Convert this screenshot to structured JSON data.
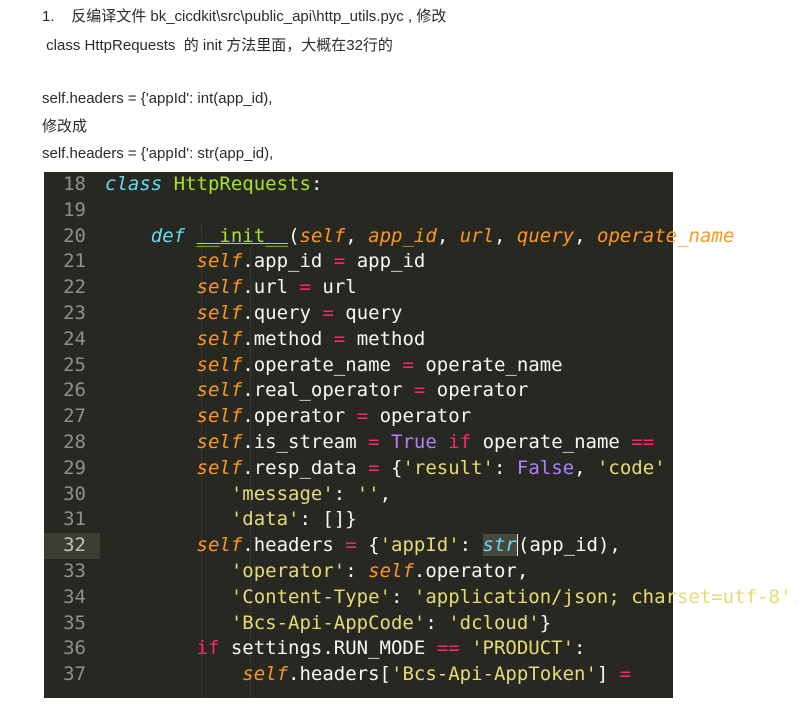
{
  "instructions": {
    "step_number": "1.",
    "line1": "反编译文件 bk_cicdkit\\src\\public_api\\http_utils.pyc , 修改",
    "line2": " class HttpRequests  的 init 方法里面，大概在32行的",
    "before_code": "self.headers = {'appId': int(app_id),",
    "change_to_label": "修改成",
    "after_code": "self.headers = {'appId': str(app_id),"
  },
  "editor": {
    "theme_colors": {
      "background": "#272822",
      "gutter_text": "#90908a",
      "highlight_line": "#3e3d32",
      "keyword": "#66d9ef",
      "class_name": "#a6e22e",
      "self": "#fd971f",
      "operator": "#f92672",
      "string": "#e6db74",
      "constant": "#ae81ff"
    },
    "highlighted_line": "32",
    "lines": [
      {
        "n": "18"
      },
      {
        "n": "19"
      },
      {
        "n": "20"
      },
      {
        "n": "21"
      },
      {
        "n": "22"
      },
      {
        "n": "23"
      },
      {
        "n": "24"
      },
      {
        "n": "25"
      },
      {
        "n": "26"
      },
      {
        "n": "27"
      },
      {
        "n": "28"
      },
      {
        "n": "29"
      },
      {
        "n": "30"
      },
      {
        "n": "31"
      },
      {
        "n": "32"
      },
      {
        "n": "33"
      },
      {
        "n": "34"
      },
      {
        "n": "35"
      },
      {
        "n": "36"
      },
      {
        "n": "37"
      }
    ],
    "tokens": {
      "l18": [
        "class",
        " ",
        "HttpRequests",
        ":"
      ],
      "l20": [
        "def",
        " ",
        "__init__",
        "(",
        "self",
        ", ",
        "app_id",
        ", ",
        "url",
        ", ",
        "query",
        ", ",
        "operate_name"
      ],
      "l21": [
        "self",
        ".app_id ",
        "=",
        " app_id"
      ],
      "l22": [
        "self",
        ".url ",
        "=",
        " url"
      ],
      "l23": [
        "self",
        ".query ",
        "=",
        " query"
      ],
      "l24": [
        "self",
        ".method ",
        "=",
        " method"
      ],
      "l25": [
        "self",
        ".operate_name ",
        "=",
        " operate_name"
      ],
      "l26": [
        "self",
        ".real_operator ",
        "=",
        " operator"
      ],
      "l27": [
        "self",
        ".operator ",
        "=",
        " operator"
      ],
      "l28": [
        "self",
        ".is_stream ",
        "=",
        " ",
        "True",
        " ",
        "if",
        " operate_name ",
        "=="
      ],
      "l29": [
        "self",
        ".resp_data ",
        "=",
        " {",
        "'result'",
        ": ",
        "False",
        ", ",
        "'code'"
      ],
      "l30": [
        "'message'",
        ": ",
        "''",
        ","
      ],
      "l31": [
        "'data'",
        ": []}"
      ],
      "l32": [
        "self",
        ".headers ",
        "=",
        " {",
        "'appId'",
        ": ",
        "str",
        "(app_id),"
      ],
      "l33": [
        "'operator'",
        ": ",
        "self",
        ".operator,"
      ],
      "l34": [
        "'Content-Type'",
        ": ",
        "'application/json; charset=utf-8'",
        ","
      ],
      "l35": [
        "'Bcs-Api-AppCode'",
        ": ",
        "'dcloud'",
        "}"
      ],
      "l36": [
        "if",
        " settings.RUN_MODE ",
        "==",
        " ",
        "'PRODUCT'",
        ":"
      ],
      "l37": [
        "self",
        ".headers[",
        "'Bcs-Api-AppToken'",
        "] ",
        "="
      ]
    }
  }
}
